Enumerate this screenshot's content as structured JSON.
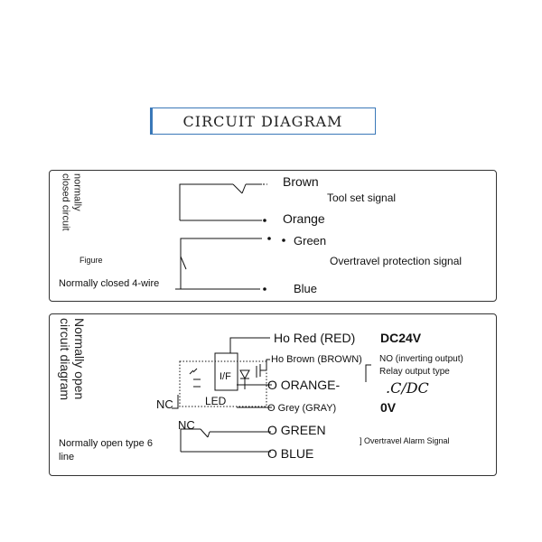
{
  "title": "CIRCUIT DIAGRAM",
  "panel_closed": {
    "side_label_line1": "normally",
    "side_label_line2": "closed circuit",
    "figure_label": "Figure",
    "type_label": "Normally closed 4-wire",
    "wire_brown": "Brown",
    "wire_orange": "Orange",
    "wire_green": "Green",
    "wire_blue": "Blue",
    "tool_set_signal": "Tool set signal",
    "overtravel_signal": "Overtravel protection signal"
  },
  "panel_open": {
    "side_label_line1": "Normally open",
    "side_label_line2": "circuit diagram",
    "type_label_line1": "Normally open type 6",
    "type_label_line2": "line",
    "wire_red": "Ho Red (RED)",
    "wire_brown": "Ho Brown (BROWN)",
    "wire_orange": "O ORANGE-",
    "wire_grey": "O Grey (GRAY)",
    "wire_green": "O GREEN",
    "wire_blue": "O BLUE",
    "dc_voltage": "DC24V",
    "no_inverting": "NO (inverting output)",
    "relay_output": "Relay output type",
    "ac_dc": ".C/DC",
    "zero_volt": "0V",
    "nc_label_1": "NC",
    "nc_label_2": "NC",
    "led_label": "LED",
    "if_label": "I/F",
    "overtravel_alarm": "] Overtravel Alarm Signal"
  }
}
